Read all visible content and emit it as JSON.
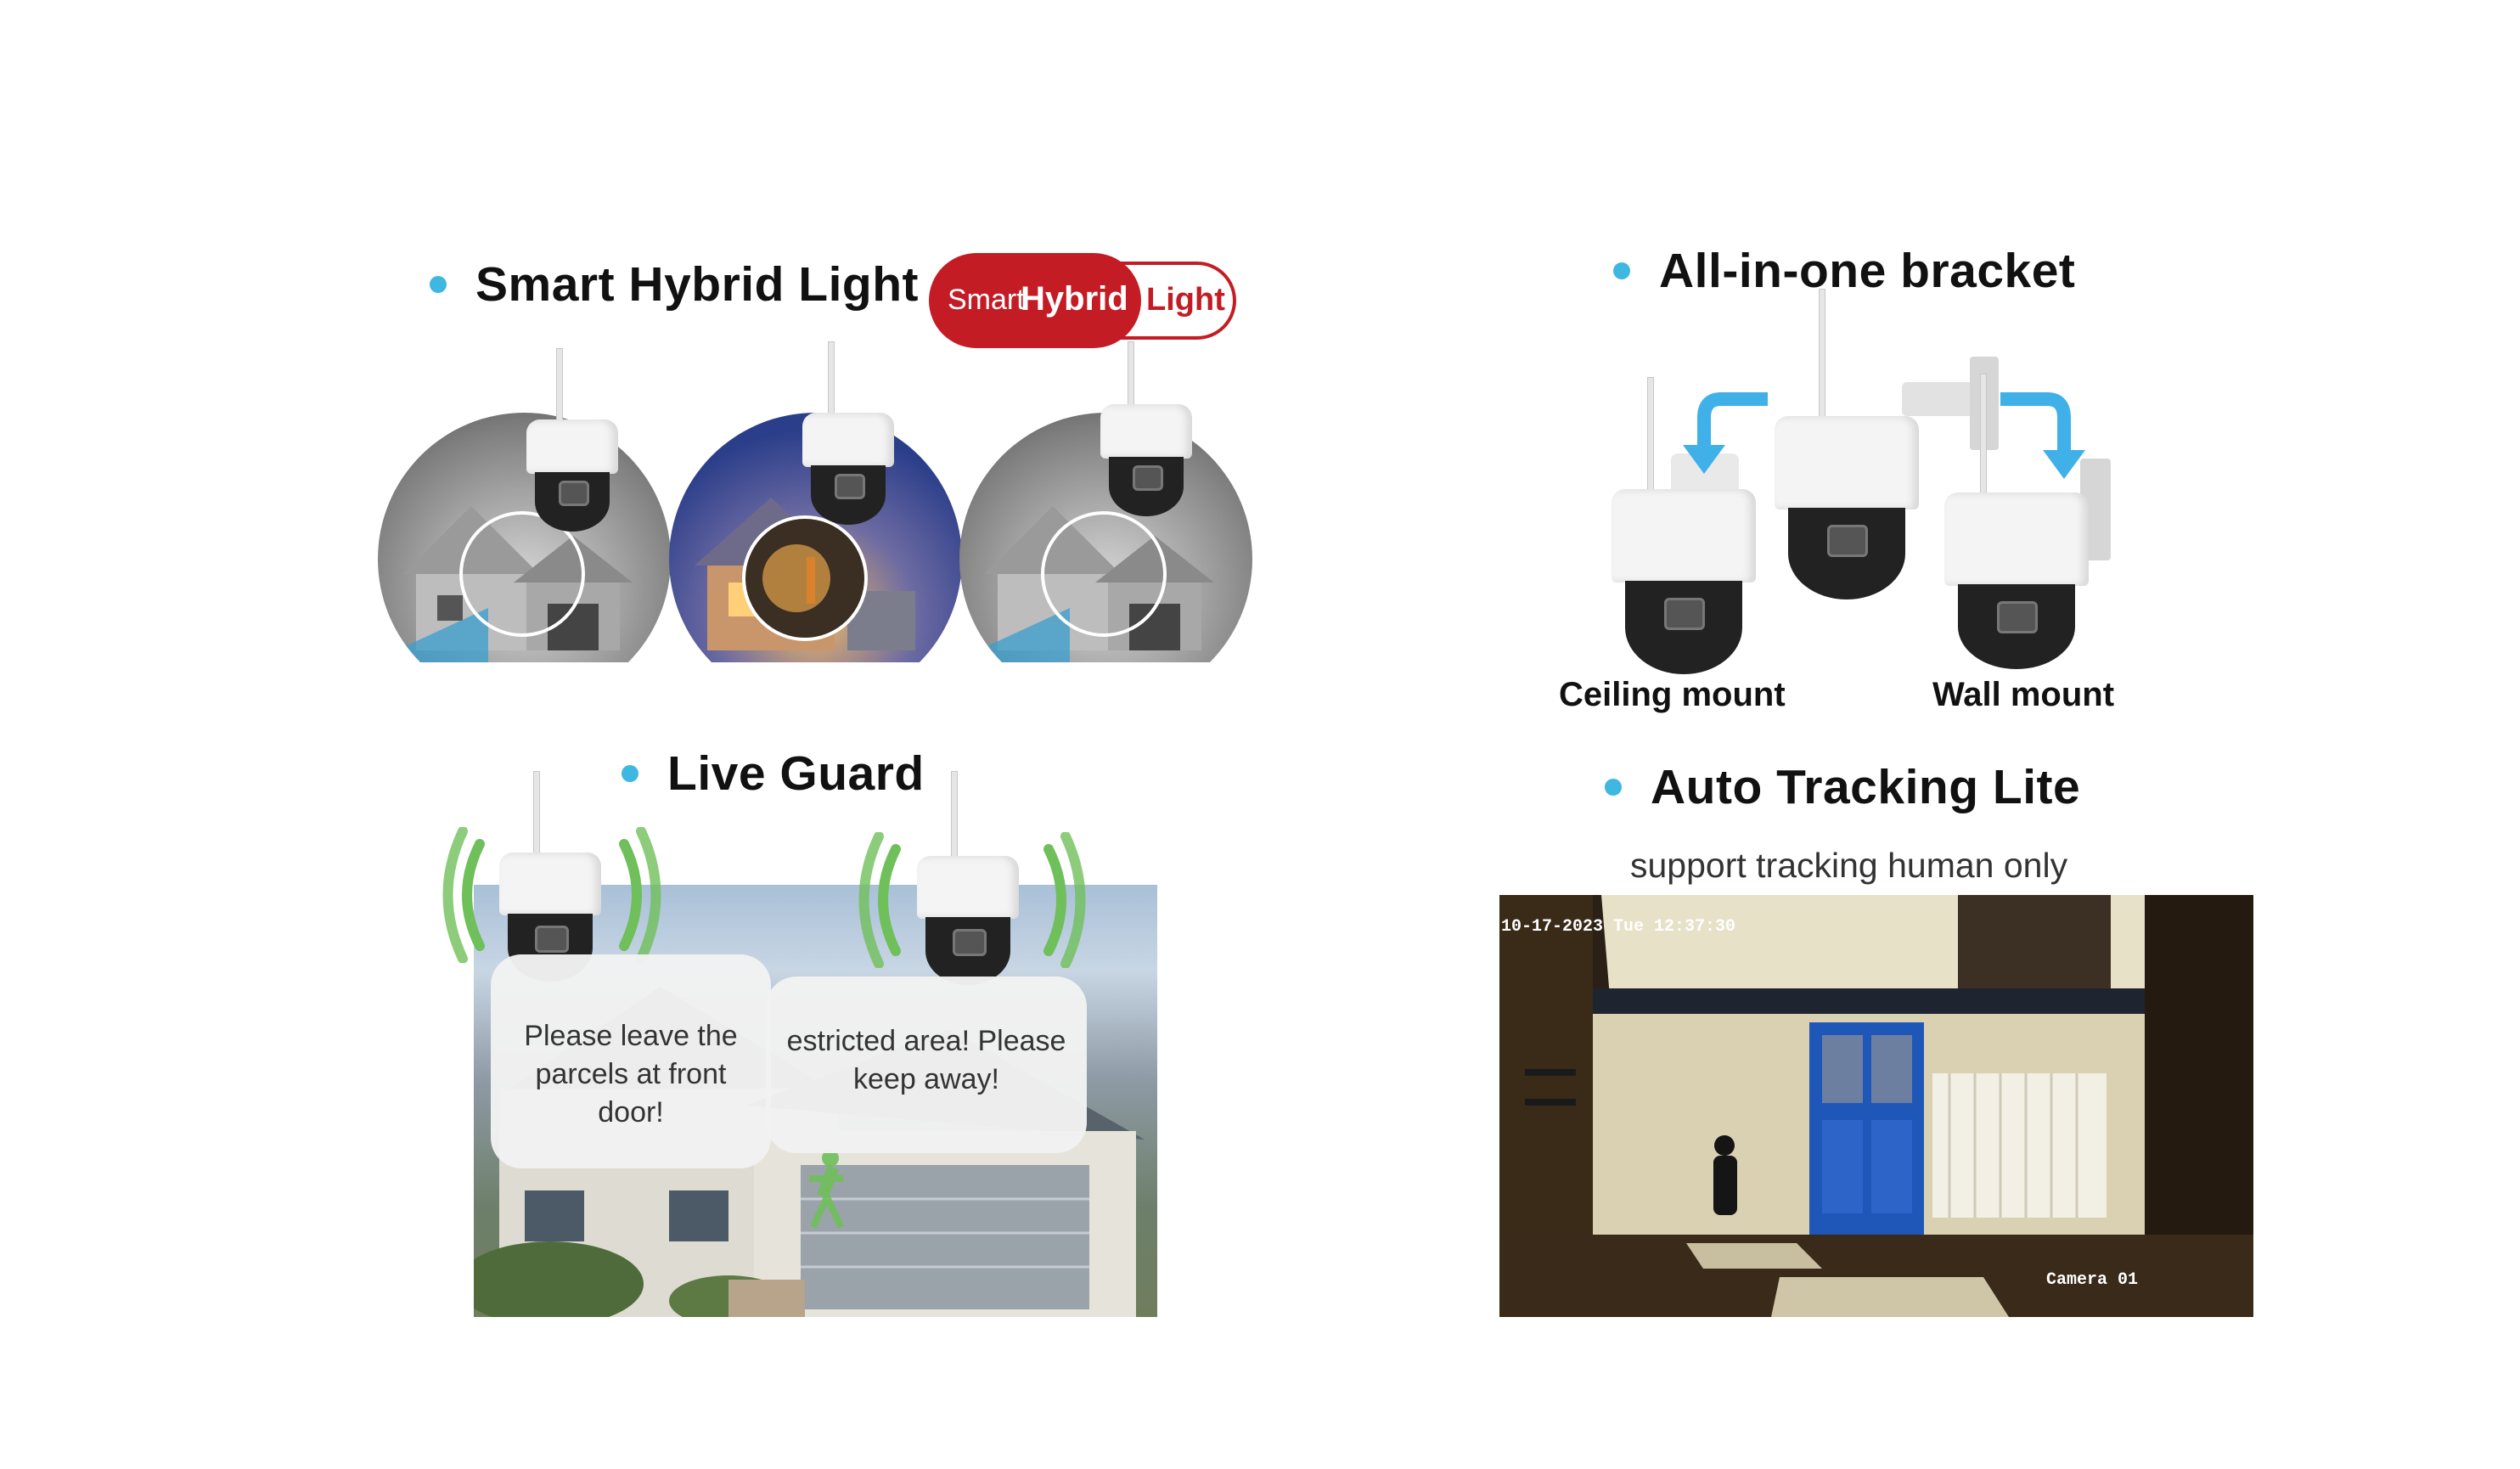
{
  "features": {
    "smart_hybrid_light": {
      "title": "Smart Hybrid Light"
    },
    "badge": {
      "smart": "Smart",
      "hybrid": "Hybrid",
      "light": "Light"
    },
    "bracket": {
      "title": "All-in-one bracket",
      "ceiling_mount": "Ceiling mount",
      "wall_mount": "Wall mount"
    },
    "live_guard": {
      "title": "Live Guard",
      "bubble_left": "Please leave the parcels at front door!",
      "bubble_right": "estricted area! Please keep away!"
    },
    "auto_tracking": {
      "title": "Auto Tracking Lite",
      "subtitle": "support tracking human only",
      "timestamp": "10-17-2023 Tue 12:37:30",
      "camera_label": "Camera 01"
    }
  },
  "colors": {
    "bullet": "#3fb7e0",
    "badge_red": "#c41c24",
    "arrow_blue": "#3fb0e8",
    "signal_green": "#6fbf5a"
  }
}
